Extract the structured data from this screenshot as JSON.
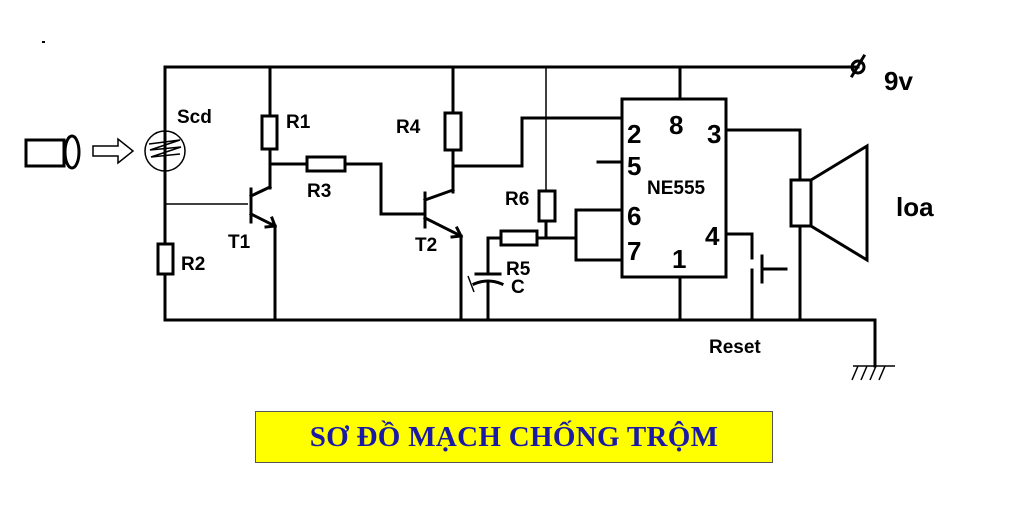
{
  "title": "SƠ ĐỒ MẠCH CHỐNG TRỘM",
  "colors": {
    "title_bg": "#ffff00",
    "title_text": "#1a1aa6",
    "wire": "#000000"
  },
  "supply": {
    "label": "9v"
  },
  "ic": {
    "name": "NE555",
    "pins": {
      "p1": "1",
      "p2": "2",
      "p3": "3",
      "p4": "4",
      "p5": "5",
      "p6": "6",
      "p7": "7",
      "p8": "8"
    }
  },
  "components": {
    "sensor": "Scd",
    "r1": "R1",
    "r2": "R2",
    "r3": "R3",
    "r4": "R4",
    "r5": "R5",
    "r6": "R6",
    "t1": "T1",
    "t2": "T2",
    "c": "C",
    "speaker": "loa",
    "reset": "Reset"
  },
  "icons": {
    "light_source": "flashlight-icon",
    "arrow": "arrow-right-icon",
    "ground": "ground-icon",
    "speaker": "speaker-icon"
  }
}
